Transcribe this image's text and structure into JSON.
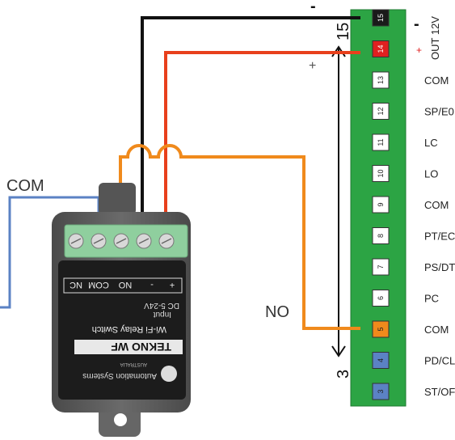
{
  "wire_labels": {
    "com": "COM",
    "no": "NO",
    "plus": "+",
    "minus": "-"
  },
  "range_arrow": {
    "top": "15",
    "bottom": "3"
  },
  "terminal_block": {
    "terminals": [
      {
        "num": "15",
        "label": "",
        "color": "#1a1a1a",
        "num_color": "#ffffff"
      },
      {
        "num": "14",
        "label": "",
        "color": "#e02020",
        "num_color": "#ffffff"
      },
      {
        "num": "13",
        "label": "COM",
        "color": "#ffffff",
        "num_color": "#222222"
      },
      {
        "num": "12",
        "label": "SP/E0",
        "color": "#ffffff",
        "num_color": "#222222"
      },
      {
        "num": "11",
        "label": "LC",
        "color": "#ffffff",
        "num_color": "#222222"
      },
      {
        "num": "10",
        "label": "LO",
        "color": "#ffffff",
        "num_color": "#222222"
      },
      {
        "num": "9",
        "label": "COM",
        "color": "#ffffff",
        "num_color": "#222222"
      },
      {
        "num": "8",
        "label": "PT/EC",
        "color": "#ffffff",
        "num_color": "#222222"
      },
      {
        "num": "7",
        "label": "PS/DT",
        "color": "#ffffff",
        "num_color": "#222222"
      },
      {
        "num": "6",
        "label": "PC",
        "color": "#ffffff",
        "num_color": "#222222"
      },
      {
        "num": "5",
        "label": "COM",
        "color": "#f08a1c",
        "num_color": "#222222"
      },
      {
        "num": "4",
        "label": "PD/CL",
        "color": "#5b82c4",
        "num_color": "#222222"
      },
      {
        "num": "3",
        "label": "ST/OF",
        "color": "#5b82c4",
        "num_color": "#222222"
      }
    ],
    "out_label": "OUT 12V",
    "out_minus": "-",
    "out_plus": "+"
  },
  "device": {
    "terminal_labels": [
      "NC",
      "COM",
      "NO",
      "-",
      "+"
    ],
    "input_text": "DC 5-24V",
    "input_label": "Input",
    "product": "Wi-Fi Relay Switch",
    "brand": "TEKNO WF",
    "company": "Automation Systems",
    "country": "AUSTRALIA"
  },
  "colors": {
    "green_board": "#2ca444",
    "wire_black": "#111111",
    "wire_red": "#e8401c",
    "wire_orange": "#f08a1c",
    "wire_blue": "#5b82c4"
  }
}
